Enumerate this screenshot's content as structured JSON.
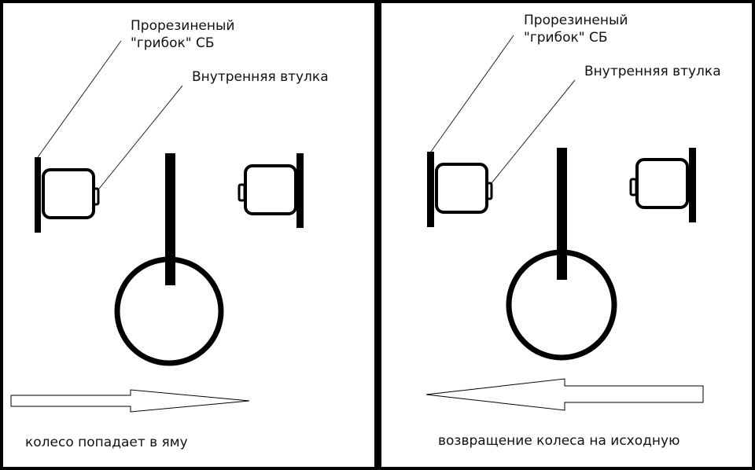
{
  "colors": {
    "ink": "#000000",
    "background": "#ffffff",
    "frame": "#000000"
  },
  "panels": [
    {
      "labels": {
        "mushroom_line1": "Прорезиненый",
        "mushroom_line2": "\"грибок\" СБ",
        "bushing": "Внутренняя втулка",
        "caption": "колесо попадает в яму"
      },
      "arrow_direction": "right"
    },
    {
      "labels": {
        "mushroom_line1": "Прорезиненый",
        "mushroom_line2": "\"грибок\" СБ",
        "bushing": "Внутренняя втулка",
        "caption": "возвращение колеса на исходную"
      },
      "arrow_direction": "left"
    }
  ]
}
